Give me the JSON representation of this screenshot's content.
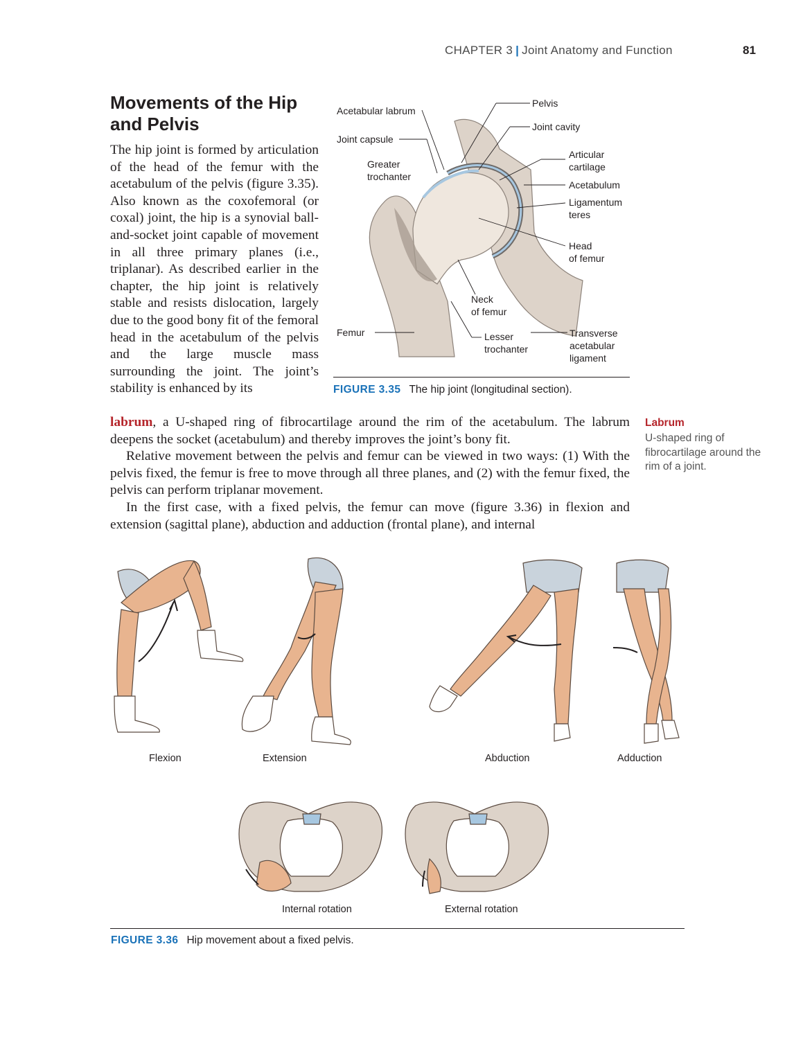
{
  "header": {
    "chapter": "CHAPTER 3",
    "separator": "|",
    "chapter_title": "Joint Anatomy and Function",
    "page_number": "81"
  },
  "section_title": "Movements of the Hip and Pelvis",
  "body": {
    "p1_a": "The hip joint is formed by articulation of the head of the femur with the acetabulum of the pelvis (figure 3.35). Also known as the coxofemoral (or coxal) joint, the hip is a synovial ball-and-socket joint capable of movement in all three primary planes (i.e., triplanar). As described earlier in the chapter, the hip joint is relatively stable and resists dislocation, largely due to the good bony fit of the femoral head in the acetabulum of the pelvis and the large muscle mass surrounding the joint. The joint’s stability is enhanced by its",
    "p1_term": "labrum",
    "p1_b": ", a U-shaped ring of fibrocartilage around the rim of the acetabulum. The labrum deepens the socket (acetabulum) and thereby improves the joint’s bony fit.",
    "p2": "Relative movement between the pelvis and femur can be viewed in two ways: (1) With the pelvis fixed, the femur is free to move through all three planes, and (2) with the femur fixed, the pelvis can perform triplanar movement.",
    "p3": "In the first case, with a fixed pelvis, the femur can move (figure 3.36) in flexion and extension (sagittal plane), abduction and adduction (frontal plane), and internal"
  },
  "margin_note": {
    "term": "Labrum",
    "definition": "U-shaped ring of fibrocartilage around the rim of a joint."
  },
  "figure_335": {
    "number": "FIGURE 3.35",
    "caption": "The hip joint (longitudinal section).",
    "labels": {
      "acetabular_labrum": "Acetabular labrum",
      "joint_capsule": "Joint capsule",
      "greater_trochanter": [
        "Greater",
        "trochanter"
      ],
      "femur": "Femur",
      "pelvis": "Pelvis",
      "joint_cavity": "Joint cavity",
      "articular_cartilage": [
        "Articular",
        "cartilage"
      ],
      "acetabulum": "Acetabulum",
      "ligamentum_teres": [
        "Ligamentum",
        "teres"
      ],
      "head_of_femur": [
        "Head",
        "of femur"
      ],
      "neck_of_femur": [
        "Neck",
        "of femur"
      ],
      "lesser_trochanter": [
        "Lesser",
        "trochanter"
      ],
      "transverse_acetabular_ligament": [
        "Transverse",
        "acetabular",
        "ligament"
      ]
    }
  },
  "figure_336": {
    "number": "FIGURE 3.36",
    "caption": "Hip movement about a fixed pelvis.",
    "movements": [
      "Flexion",
      "Extension",
      "Abduction",
      "Adduction",
      "Internal rotation",
      "External rotation"
    ]
  },
  "colors": {
    "accent_blue": "#1a72b8",
    "term_red": "#b5252b",
    "skin": "#e8b48f",
    "bone": "#ddd3c9",
    "cartilage": "#a7c7e0"
  }
}
